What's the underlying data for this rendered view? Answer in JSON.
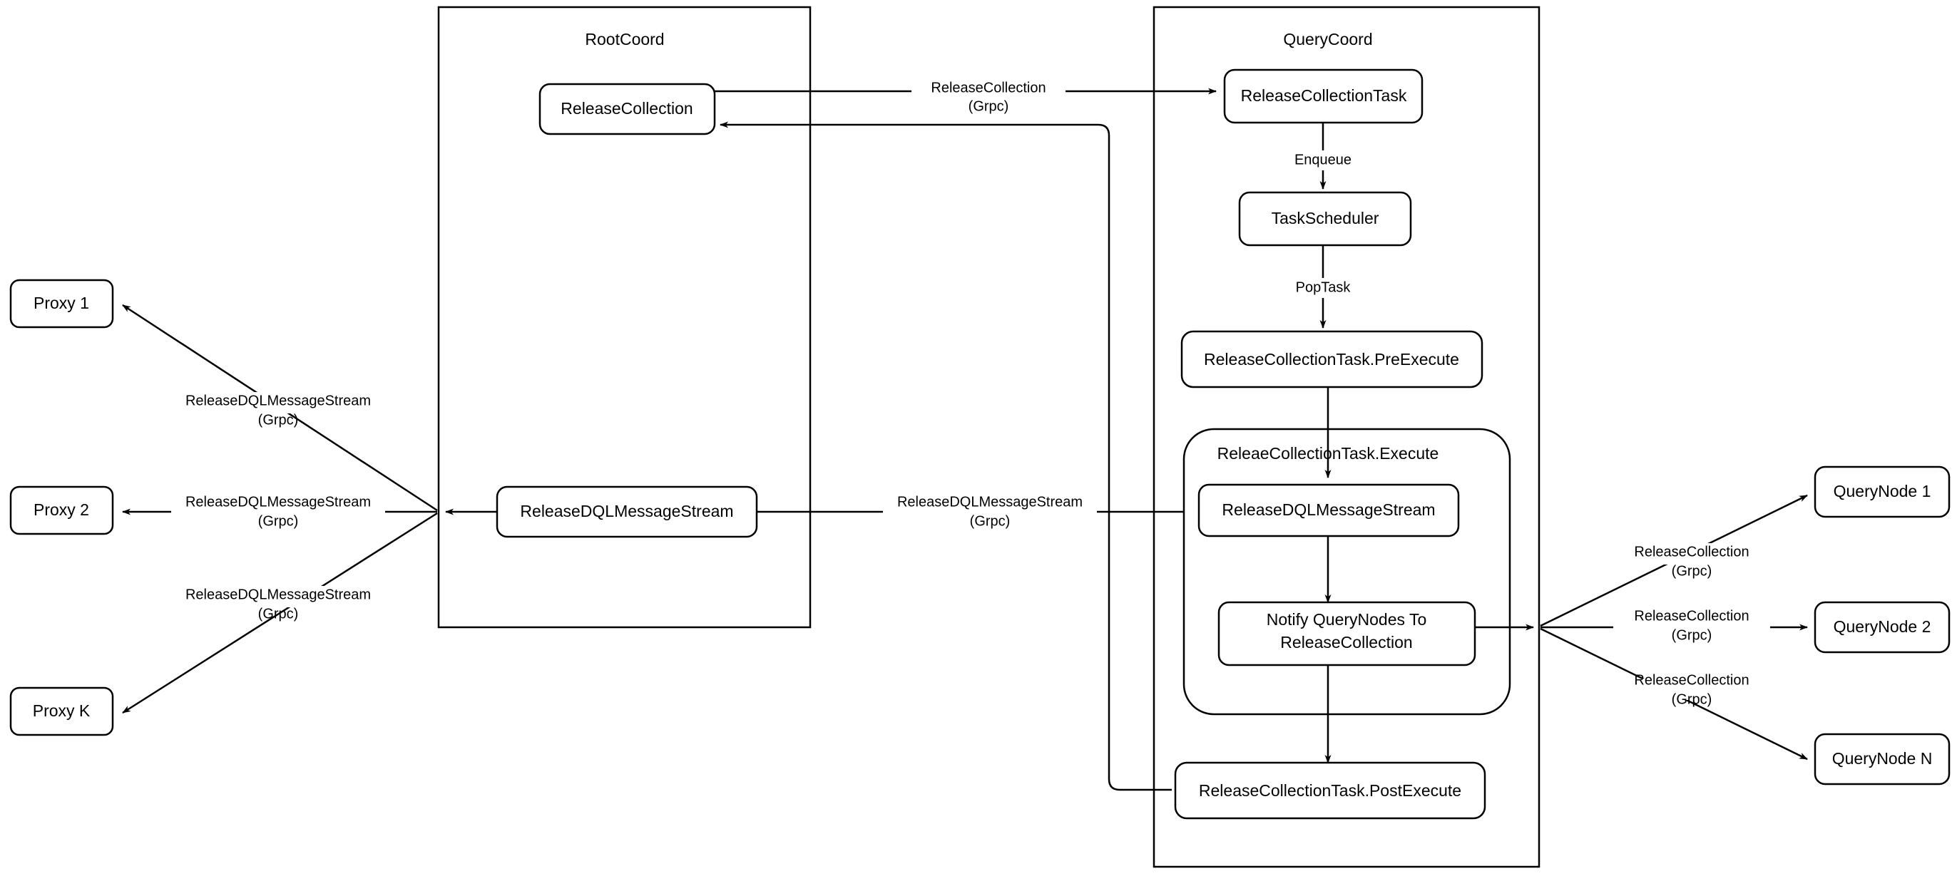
{
  "diagram": {
    "title": "Milvus ReleaseCollection flow",
    "background_color": "#ffffff",
    "stroke_color": "#000000"
  },
  "containers": {
    "rootcoord": {
      "label": "RootCoord"
    },
    "querycoord": {
      "label": "QueryCoord"
    },
    "execute": {
      "label": "ReleaeCollectionTask.Execute"
    }
  },
  "nodes": {
    "proxy1": {
      "label": "Proxy 1"
    },
    "proxy2": {
      "label": "Proxy 2"
    },
    "proxyk": {
      "label": "Proxy K"
    },
    "rc_release_collection": {
      "label": "ReleaseCollection"
    },
    "rc_release_dql": {
      "label": "ReleaseDQLMessageStream"
    },
    "qc_task": {
      "label": "ReleaseCollectionTask"
    },
    "qc_scheduler": {
      "label": "TaskScheduler"
    },
    "qc_preexecute": {
      "label": "ReleaseCollectionTask.PreExecute"
    },
    "qc_release_dql": {
      "label": "ReleaseDQLMessageStream"
    },
    "qc_notify": {
      "label_line1": "Notify QueryNodes To",
      "label_line2": "ReleaseCollection"
    },
    "qc_postexecute": {
      "label": "ReleaseCollectionTask.PostExecute"
    },
    "querynode1": {
      "label": "QueryNode 1"
    },
    "querynode2": {
      "label": "QueryNode 2"
    },
    "querynoden": {
      "label": "QueryNode N"
    }
  },
  "edge_labels": {
    "release_collection_grpc_top": {
      "line1": "ReleaseCollection",
      "line2": "(Grpc)"
    },
    "enqueue": {
      "line1": "Enqueue"
    },
    "poptask": {
      "line1": "PopTask"
    },
    "release_dql_mid": {
      "line1": "ReleaseDQLMessageStream",
      "line2": "(Grpc)"
    },
    "release_dql_proxy1": {
      "line1": "ReleaseDQLMessageStream",
      "line2": "(Grpc)"
    },
    "release_dql_proxy2": {
      "line1": "ReleaseDQLMessageStream",
      "line2": "(Grpc)"
    },
    "release_dql_proxyk": {
      "line1": "ReleaseDQLMessageStream",
      "line2": "(Grpc)"
    },
    "release_collection_qn1": {
      "line1": "ReleaseCollection",
      "line2": "(Grpc)"
    },
    "release_collection_qn2": {
      "line1": "ReleaseCollection",
      "line2": "(Grpc)"
    },
    "release_collection_qnn": {
      "line1": "ReleaseCollection",
      "line2": "(Grpc)"
    }
  }
}
